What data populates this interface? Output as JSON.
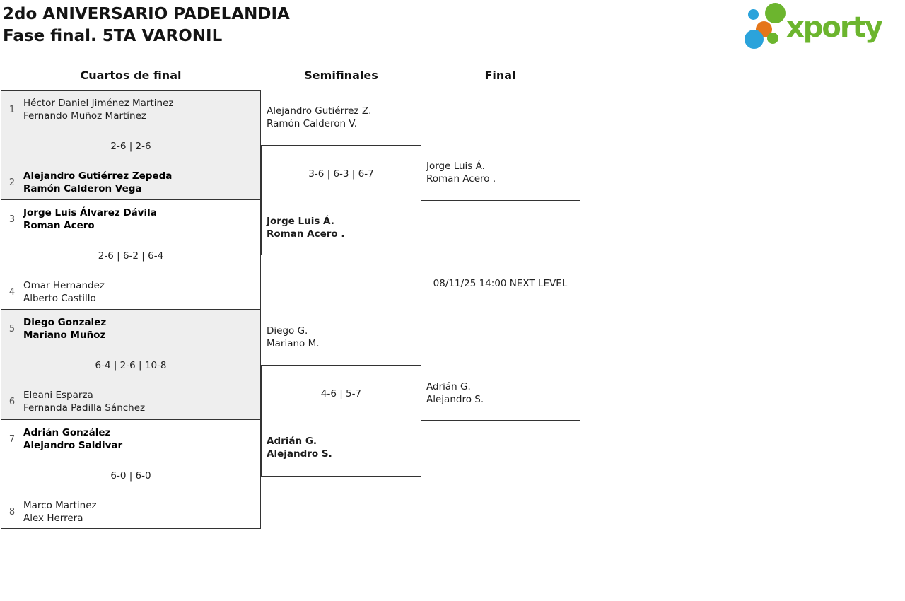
{
  "header": {
    "title_line1": "2do ANIVERSARIO PADELANDIA",
    "title_line2": "Fase final. 5TA VARONIL",
    "logo_text": "xporty"
  },
  "colors": {
    "logo_green": "#6cb52e",
    "logo_blue": "#2ba3db",
    "logo_orange": "#e5761a",
    "match_alt_bg": "#eeeeee",
    "box_border": "#333333"
  },
  "rounds": {
    "quarterfinals_label": "Cuartos de final",
    "semifinals_label": "Semifinales",
    "final_label": "Final"
  },
  "bracket": {
    "quarterfinals": [
      {
        "seed1": "1",
        "team1": [
          "Héctor Daniel Jiménez Martinez",
          "Fernando Muñoz Martínez"
        ],
        "team1_winner": false,
        "score": "2-6 | 2-6",
        "seed2": "2",
        "team2": [
          "Alejandro Gutiérrez Zepeda",
          "Ramón Calderon Vega"
        ],
        "team2_winner": true
      },
      {
        "seed1": "3",
        "team1": [
          "Jorge Luis Álvarez Dávila",
          "Roman Acero"
        ],
        "team1_winner": true,
        "score": "2-6 | 6-2 | 6-4",
        "seed2": "4",
        "team2": [
          "Omar Hernandez",
          "Alberto Castillo"
        ],
        "team2_winner": false
      },
      {
        "seed1": "5",
        "team1": [
          "Diego Gonzalez",
          "Mariano Muñoz"
        ],
        "team1_winner": true,
        "score": "6-4 | 2-6 | 10-8",
        "seed2": "6",
        "team2": [
          "Eleani Esparza",
          "Fernanda Padilla Sánchez"
        ],
        "team2_winner": false
      },
      {
        "seed1": "7",
        "team1": [
          "Adrián González",
          "Alejandro Saldivar"
        ],
        "team1_winner": true,
        "score": "6-0 | 6-0",
        "seed2": "8",
        "team2": [
          "Marco Martinez",
          "Alex Herrera"
        ],
        "team2_winner": false
      }
    ],
    "semifinals": [
      {
        "team1": [
          "Alejandro Gutiérrez Z.",
          "Ramón Calderon V."
        ],
        "team1_winner": false,
        "score": "3-6 | 6-3 | 6-7",
        "team2": [
          "Jorge Luis Á.",
          "Roman Acero ."
        ],
        "team2_winner": true
      },
      {
        "team1": [
          "Diego G.",
          "Mariano M."
        ],
        "team1_winner": false,
        "score": "4-6 | 5-7",
        "team2": [
          "Adrián G.",
          "Alejandro S."
        ],
        "team2_winner": true
      }
    ],
    "final": {
      "team1": [
        "Jorge Luis Á.",
        "Roman Acero ."
      ],
      "schedule": "08/11/25 14:00 NEXT LEVEL",
      "team2": [
        "Adrián G.",
        "Alejandro S."
      ]
    }
  }
}
